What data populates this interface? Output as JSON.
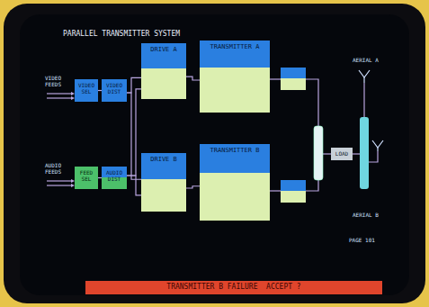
{
  "diagram": {
    "title": "PARALLEL TRANSMITTER SYSTEM",
    "nodes": [
      {
        "text": [
          "VIDEO SEL"
        ]
      },
      {
        "text": [
          "VIDEO DIST"
        ]
      },
      {
        "text": [
          "DRIVE A"
        ]
      },
      {
        "text": [
          "TRANSMITTER A"
        ]
      },
      {
        "text": [
          "FEED SEL"
        ]
      },
      {
        "text": [
          "AUDIO DIST"
        ]
      },
      {
        "text": [
          "DRIVE B"
        ]
      },
      {
        "text": [
          "TRANSMITTER B"
        ]
      },
      {
        "text": [
          "LOAD"
        ]
      },
      {
        "text": [
          "TRANSMITTER B FAILURE  ACCEPT ?"
        ]
      }
    ],
    "edges": [
      {
        "from": 0,
        "to": 1,
        "arrow": "none"
      },
      {
        "from": 1,
        "to": 2,
        "arrow": "none"
      },
      {
        "from": 1,
        "to": 6,
        "arrow": "none"
      },
      {
        "from": 4,
        "to": 5,
        "arrow": "none"
      },
      {
        "from": 5,
        "to": 2,
        "arrow": "none"
      },
      {
        "from": 5,
        "to": 6,
        "arrow": "none"
      },
      {
        "from": 2,
        "to": 3,
        "arrow": "none"
      },
      {
        "from": 6,
        "to": 7,
        "arrow": "none"
      }
    ],
    "labels": [
      "VIDEO FEEDS",
      "AUDIO FEEDS",
      "AERIAL A",
      "AERIAL B",
      "PAGE 101"
    ]
  }
}
